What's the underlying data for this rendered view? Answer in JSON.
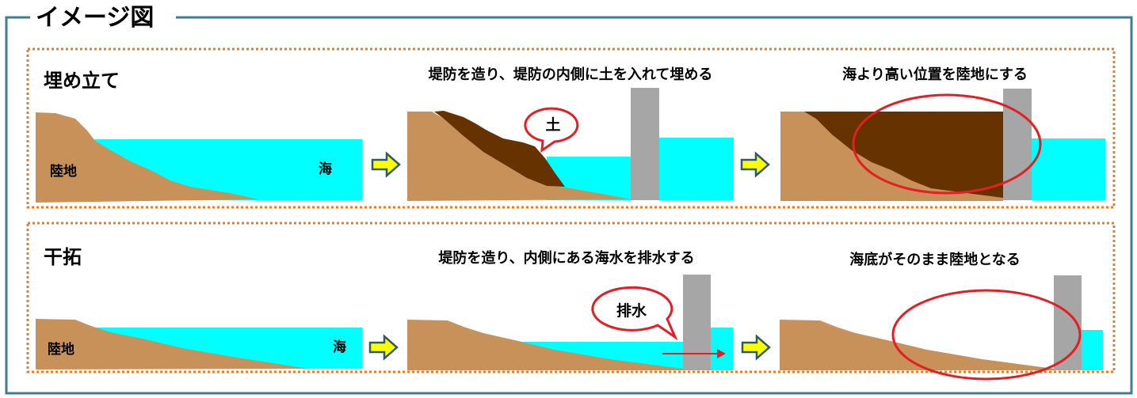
{
  "title": "イメージ図",
  "colors": {
    "frame": "#3e7f8f",
    "dotted": "#f07a22",
    "land": "#c8915a",
    "fill_soil": "#663300",
    "sea": "#00ffff",
    "wall": "#a6a6a6",
    "highlight": "#e31e24",
    "arrow": "#ffff00"
  },
  "panels": [
    {
      "heading": "埋め立て",
      "land_label": "陸地",
      "sea_label": "海",
      "step2_caption": "堤防を造り、堤防の内側に土を入れて埋める",
      "step2_bubble": "土",
      "step3_caption": "海より高い位置を陸地にする"
    },
    {
      "heading": "干拓",
      "land_label": "陸地",
      "sea_label": "海",
      "step2_caption": "堤防を造り、内側にある海水を排水する",
      "step2_bubble": "排水",
      "step3_caption": "海底がそのまま陸地となる"
    }
  ]
}
